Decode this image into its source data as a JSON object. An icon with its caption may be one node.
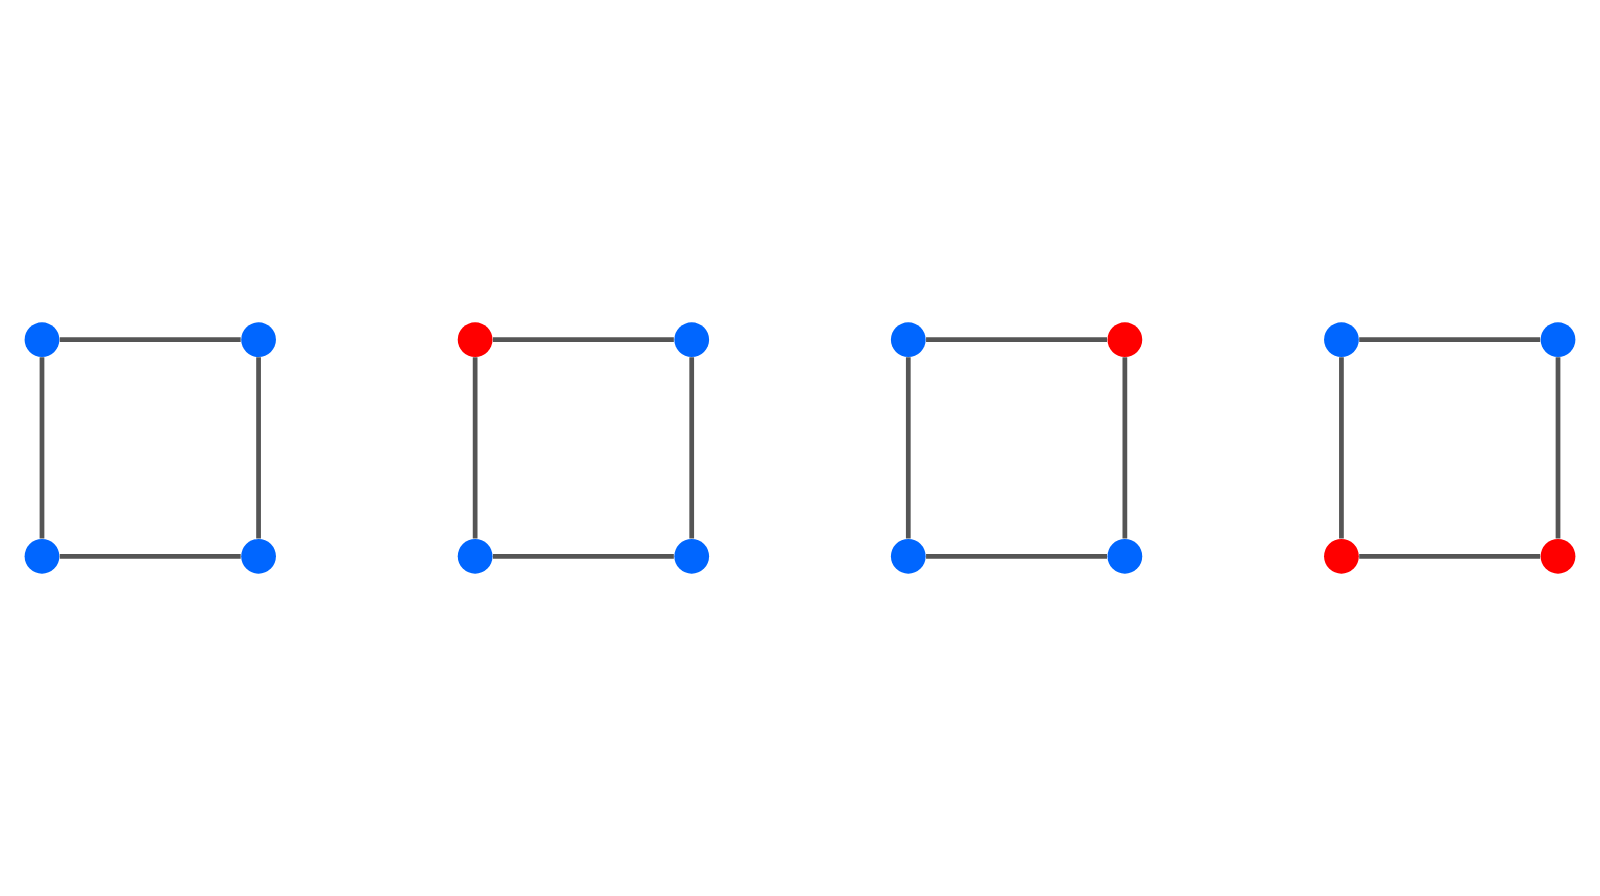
{
  "diagram": {
    "nodes": [
      {
        "text": [],
        "shape": "circle"
      },
      {
        "text": [],
        "shape": "circle"
      },
      {
        "text": [],
        "shape": "circle"
      },
      {
        "text": [],
        "shape": "circle"
      },
      {
        "text": [],
        "shape": "circle"
      },
      {
        "text": [],
        "shape": "circle"
      },
      {
        "text": [],
        "shape": "circle"
      },
      {
        "text": [],
        "shape": "circle"
      },
      {
        "text": [],
        "shape": "circle"
      },
      {
        "text": [],
        "shape": "circle"
      },
      {
        "text": [],
        "shape": "circle"
      },
      {
        "text": [],
        "shape": "circle"
      },
      {
        "text": [],
        "shape": "circle"
      },
      {
        "text": [],
        "shape": "circle"
      },
      {
        "text": [],
        "shape": "circle"
      },
      {
        "text": [],
        "shape": "circle"
      }
    ],
    "edges": [
      {
        "from": 0,
        "to": 1,
        "arrow": "none"
      },
      {
        "from": 1,
        "to": 7,
        "arrow": "none"
      },
      {
        "from": 7,
        "to": 6,
        "arrow": "none"
      },
      {
        "from": 6,
        "to": 0,
        "arrow": "none"
      },
      {
        "from": 2,
        "to": 3,
        "arrow": "none"
      },
      {
        "from": 3,
        "to": 9,
        "arrow": "none"
      },
      {
        "from": 9,
        "to": 8,
        "arrow": "none"
      },
      {
        "from": 8,
        "to": 2,
        "arrow": "none"
      },
      {
        "from": 4,
        "to": 5,
        "arrow": "none"
      },
      {
        "from": 5,
        "to": 11,
        "arrow": "none"
      },
      {
        "from": 11,
        "to": 10,
        "arrow": "none"
      },
      {
        "from": 10,
        "to": 4,
        "arrow": "none"
      },
      {
        "from": 12,
        "to": 13,
        "arrow": "none"
      },
      {
        "from": 13,
        "to": 15,
        "arrow": "none"
      },
      {
        "from": 15,
        "to": 14,
        "arrow": "none"
      },
      {
        "from": 14,
        "to": 12,
        "arrow": "none"
      }
    ]
  }
}
